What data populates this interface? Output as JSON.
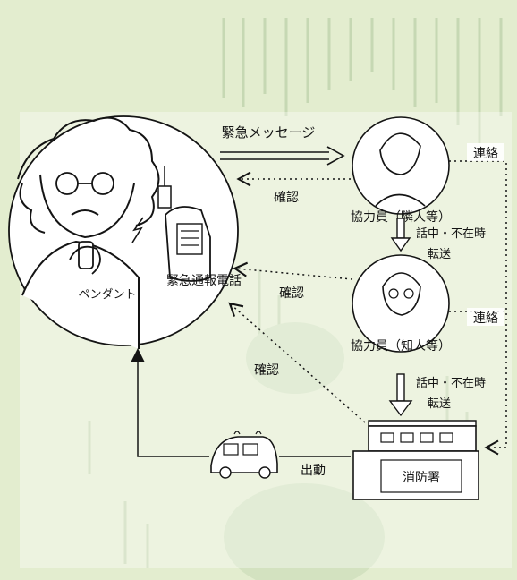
{
  "figure": {
    "labels": {
      "emergency_message": "緊急メッセージ",
      "confirm_neighbor": "確認",
      "confirm_acquaintance": "確認",
      "confirm_fire_station": "確認",
      "contact_1": "連絡",
      "contact_2": "連絡",
      "busy_absent_1": "話中・不在時",
      "forward_1": "転送",
      "busy_absent_2": "話中・不在時",
      "forward_2": "転送",
      "dispatch": "出動"
    },
    "nodes": {
      "pendant": "ペンダント",
      "emergency_phone": "緊急通報電話",
      "cooperator_neighbor": "協力員（隣人等）",
      "cooperator_acquaintance": "協力員（知人等）",
      "fire_station": "消防署"
    }
  },
  "colors": {
    "background": "#e3edcf",
    "panel": "#ffffff",
    "ink": "#141414",
    "faint_text": "#c3d4b0"
  }
}
